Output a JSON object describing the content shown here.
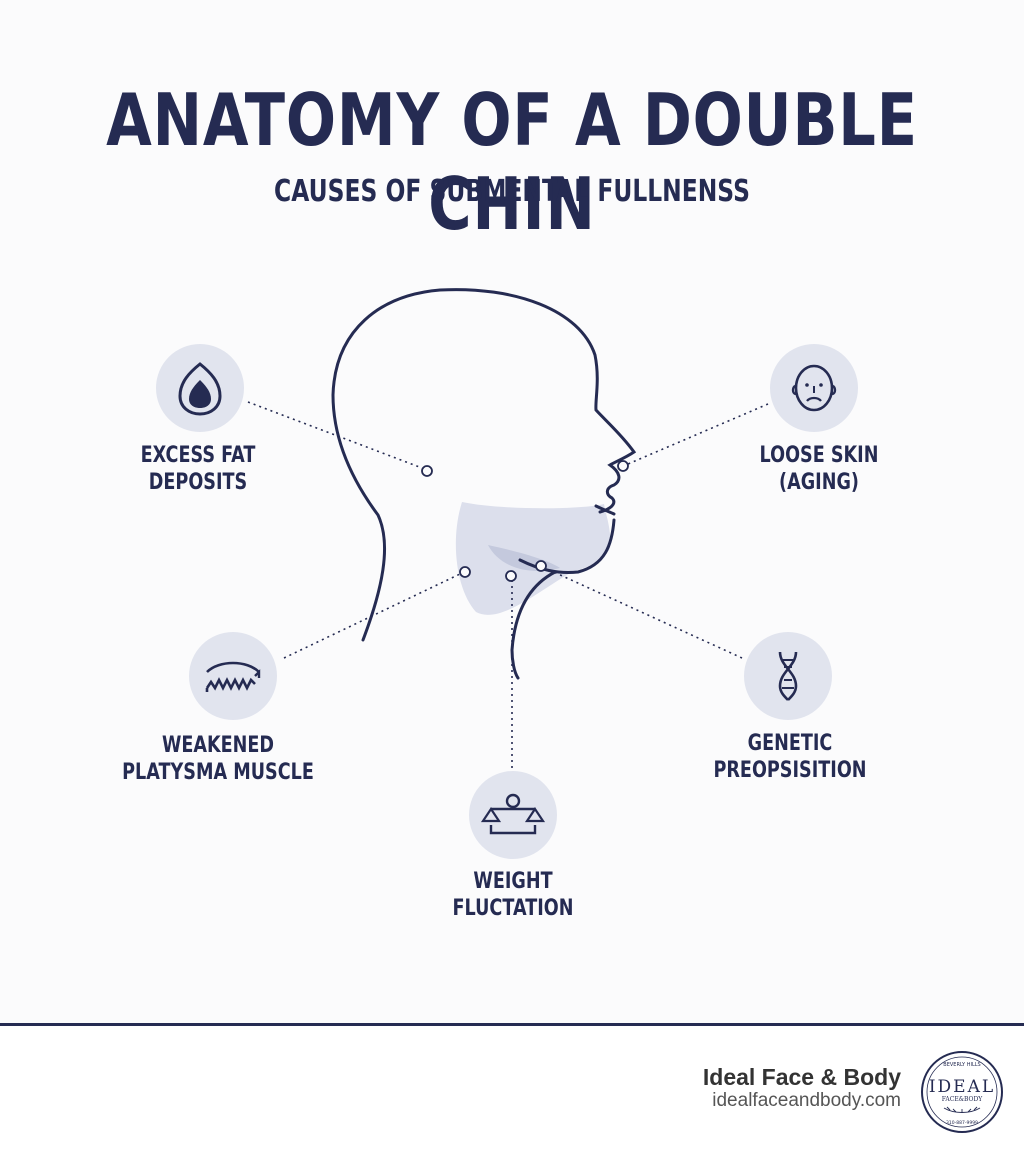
{
  "title": "ANATOMY OF A DOUBLE CHIN",
  "subtitle": "CAUSES OF SUBMENTAL FULLNENSS",
  "causes": [
    {
      "line1": "EXCESS FAT",
      "line2": "DEPOSITS",
      "icon": "fat-drop-icon"
    },
    {
      "line1": "LOOSE SKIN",
      "line2": "(AGING)",
      "icon": "sad-face-icon"
    },
    {
      "line1": "WEAKENED",
      "line2": "PLATYSMA MUSCLE",
      "icon": "muscle-spring-icon"
    },
    {
      "line1": "GENETIC",
      "line2": "PREOPSISITION",
      "icon": "dna-icon"
    },
    {
      "line1": "WEIGHT",
      "line2": "FLUCTATION",
      "icon": "scale-icon"
    }
  ],
  "footer": {
    "brand": "Ideal Face & Body",
    "url": "idealfaceandbody.com"
  },
  "logo": {
    "top_text": "BEVERLY HILLS",
    "main": "IDEAL",
    "sub": "FACE&BODY",
    "bottom_text": "310-887-9999"
  },
  "colors": {
    "navy": "#252b52",
    "icon_circle": "#e1e4ee",
    "chin_shade": "#d9dcea"
  }
}
